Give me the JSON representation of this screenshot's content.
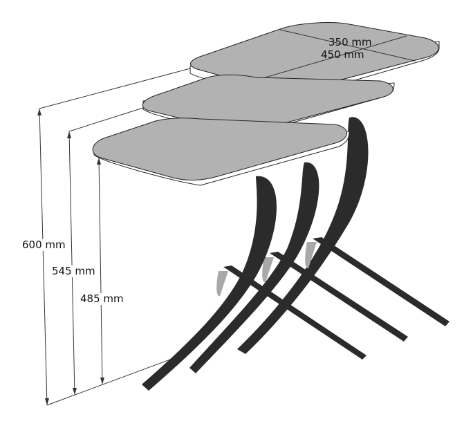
{
  "diagram": {
    "subject": "Set of three nesting side tables",
    "dimensions": {
      "top_depth": "350 mm",
      "top_width": "450 mm",
      "height_large": "600 mm",
      "height_medium": "545 mm",
      "height_small": "485 mm"
    },
    "colors": {
      "tabletop": "#b2b2b2",
      "edge": "#ffffff",
      "legs": "#2b2b2b",
      "leg_highlight": "#a8a8a8",
      "dimension_lines": "#333333"
    }
  }
}
